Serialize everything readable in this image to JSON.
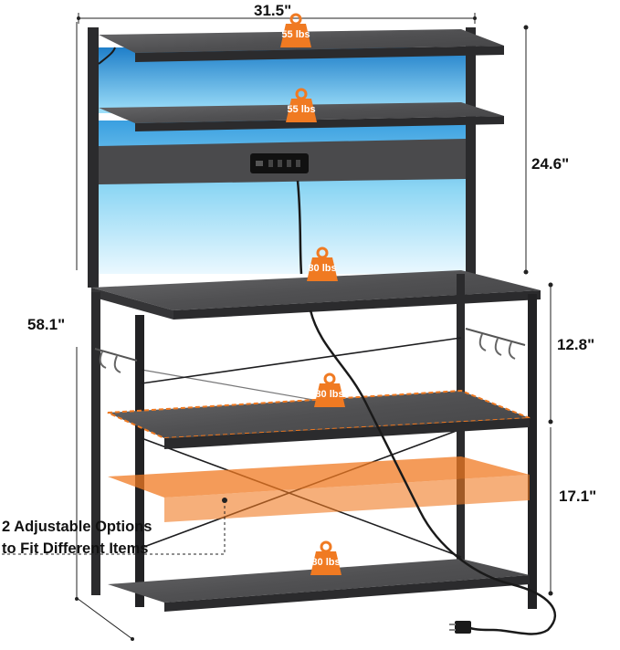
{
  "product": {
    "dimensions": {
      "width": "31.5\"",
      "height": "58.1\"",
      "hutch_height": "24.6\"",
      "upper_gap": "12.8\"",
      "lower_gap": "17.1\""
    },
    "load_capacities": [
      {
        "shelf": "top-hutch-shelf",
        "label": "55 lbs"
      },
      {
        "shelf": "middle-hutch-shelf",
        "label": "55 lbs"
      },
      {
        "shelf": "tabletop",
        "label": "80 lbs"
      },
      {
        "shelf": "middle-shelf",
        "label": "80 lbs"
      },
      {
        "shelf": "bottom-shelf",
        "label": "80 lbs"
      }
    ],
    "callout": {
      "line1": "2 Adjustable Options",
      "line2": "to Fit Different Items"
    }
  },
  "colors": {
    "accent": "#f07a22",
    "frame": "#2b2b2d",
    "wood": "#5a5a5c",
    "led_glow": "#6fc6ee"
  },
  "icons": [
    "weight-icon",
    "power-strip-icon",
    "plug-icon",
    "hook-icon"
  ]
}
